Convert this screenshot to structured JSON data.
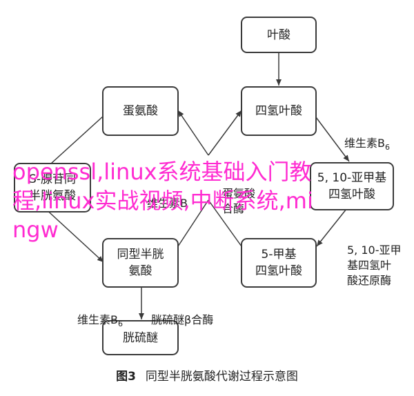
{
  "nodes": {
    "folate": "叶酸",
    "methionine": "蛋氨酸",
    "thf": "四氢叶酸",
    "methylene_thf": "5, 10-亚甲基\n四氢叶酸",
    "hcy": "同型半胱\n氨酸",
    "methyl_thf": "5-甲基\n四氢叶酸",
    "cystathionine": "胱硫醚",
    "left_mid_partial": "S-腺苷同\n半胱氨酸"
  },
  "labels": {
    "vitb6_right": "维生素B",
    "vitb6_right_sub": "6",
    "vitb6_bottom": "维生素B",
    "vitb6_bottom_sub": "6",
    "cbs": "胱硫醚β合酶",
    "mthfr": "5, 10-亚甲\n基四氢叶\n酸还原酶",
    "center_upper": "维生素B",
    "center_lower": "蛋氨酸\n合酶"
  },
  "caption": {
    "figure_no": "图3",
    "text": "同型半胱氨酸代谢过程示意图"
  },
  "overlay_text": "openssl,linux系统基础入门教程,linux实战视频,中断系统,mingw"
}
